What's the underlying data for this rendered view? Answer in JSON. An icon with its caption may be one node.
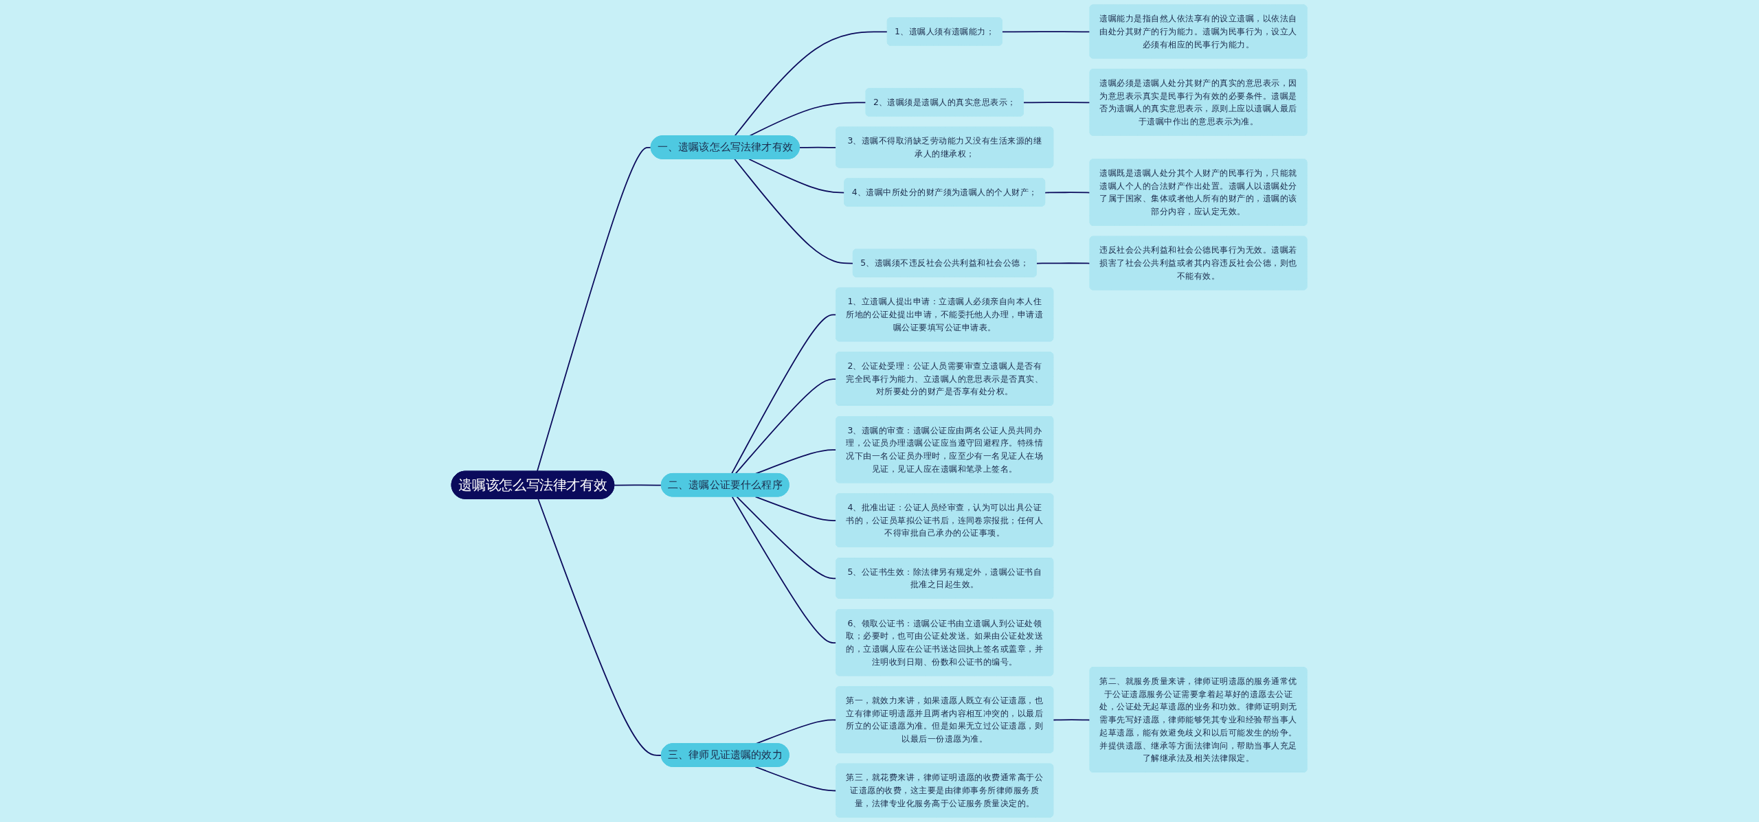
{
  "diagram": {
    "nodes": [
      {
        "text": [
          "遗嘱该怎么写法律才有效"
        ]
      },
      {
        "text": [
          "一、遗嘱该怎么写法律才有效"
        ]
      },
      {
        "text": [
          "1、遗嘱人须有遗嘱能力；"
        ]
      },
      {
        "text": [
          "遗嘱能力是指自然人依法享有的设立遗嘱，以依法自由处分其财产的行为能力。遗嘱为民事行为，设立人必须有相应的民事行为能力。"
        ]
      },
      {
        "text": [
          "2、遗嘱须是遗嘱人的真实意思表示；"
        ]
      },
      {
        "text": [
          "遗嘱必须是遗嘱人处分其财产的真实的意思表示，因为意思表示真实是民事行为有效的必要条件。遗嘱是否为遗嘱人的真实意思表示，原则上应以遗嘱人最后于遗嘱中作出的意思表示为准。"
        ]
      },
      {
        "text": [
          "3、遗嘱不得取消缺乏劳动能力又没有生活来源的继承人的继承权；"
        ]
      },
      {
        "text": [
          "4、遗嘱中所处分的财产须为遗嘱人的个人财产；"
        ]
      },
      {
        "text": [
          "遗嘱既是遗嘱人处分其个人财产的民事行为，只能就遗嘱人个人的合法财产作出处置。遗嘱人以遗嘱处分了属于国家、集体或者他人所有的财产的，遗嘱的该部分内容，应认定无效。"
        ]
      },
      {
        "text": [
          "5、遗嘱须不违反社会公共利益和社会公德；"
        ]
      },
      {
        "text": [
          "违反社会公共利益和社会公德民事行为无效。遗嘱若损害了社会公共利益或者其内容违反社会公德，则也不能有效。"
        ]
      },
      {
        "text": [
          "二、遗嘱公证要什么程序"
        ]
      },
      {
        "text": [
          "1、立遗嘱人提出申请：立遗嘱人必须亲自向本人住所地的公证处提出申请，不能委托他人办理，申请遗嘱公证要填写公证申请表。"
        ]
      },
      {
        "text": [
          "2、公证处受理：公证人员需要审查立遗嘱人是否有完全民事行为能力、立遗嘱人的意思表示是否真实、对所要处分的财产是否享有处分权。"
        ]
      },
      {
        "text": [
          "3、遗嘱的审查：遗嘱公证应由两名公证人员共同办理，公证员办理遗嘱公证应当遵守回避程序。特殊情况下由一名公证员办理时，应至少有一名见证人在场见证，见证人应在遗嘱和笔录上签名。"
        ]
      },
      {
        "text": [
          "4、批准出证：公证人员经审查，认为可以出具公证书的，公证员草拟公证书后，连同卷宗报批；任何人不得审批自己承办的公证事项。"
        ]
      },
      {
        "text": [
          "5、公证书生效：除法律另有规定外，遗嘱公证书自批准之日起生效。"
        ]
      },
      {
        "text": [
          "6、领取公证书：遗嘱公证书由立遗嘱人到公证处领取；必要时，也可由公证处发送。如果由公证处发送的，立遗嘱人应在公证书送达回执上签名或盖章，并注明收到日期、份数和公证书的编号。"
        ]
      },
      {
        "text": [
          "三、律师见证遗嘱的效力"
        ]
      },
      {
        "text": [
          "第一，就效力来讲，如果遗愿人既立有公证遗愿，也立有律师证明遗愿并且两者内容相互冲突的，以最后所立的公证遗愿为准。但是如果无立过公证遗愿，则以最后一份遗愿为准。"
        ]
      },
      {
        "text": [
          "第二、就服务质量来讲，律师证明遗愿的服务通常优于公证遗愿服务公证需要拿着起草好的遗愿去公证处，公证处无起草遗愿的业务和功效。律师证明则无需事先写好遗愿，律师能够凭其专业和经验帮当事人起草遗愿，能有效避免歧义和以后可能发生的纷争。并提供遗愿、继承等方面法律询问，帮助当事人充足了解继承法及相关法律限定。"
        ]
      },
      {
        "text": [
          "第三，就花费来讲，律师证明遗愿的收费通常高于公证遗愿的收费，这主要是由律师事务所律师服务质量，法律专业化服务高于公证服务质量决定的。"
        ]
      }
    ],
    "edges": [
      {
        "from": 0,
        "to": 1,
        "arrow": "none"
      },
      {
        "from": 1,
        "to": 2,
        "arrow": "none"
      },
      {
        "from": 2,
        "to": 3,
        "arrow": "none"
      },
      {
        "from": 1,
        "to": 4,
        "arrow": "none"
      },
      {
        "from": 4,
        "to": 5,
        "arrow": "none"
      },
      {
        "from": 1,
        "to": 6,
        "arrow": "none"
      },
      {
        "from": 1,
        "to": 7,
        "arrow": "none"
      },
      {
        "from": 7,
        "to": 8,
        "arrow": "none"
      },
      {
        "from": 1,
        "to": 9,
        "arrow": "none"
      },
      {
        "from": 9,
        "to": 10,
        "arrow": "none"
      },
      {
        "from": 0,
        "to": 11,
        "arrow": "none"
      },
      {
        "from": 11,
        "to": 12,
        "arrow": "none"
      },
      {
        "from": 11,
        "to": 13,
        "arrow": "none"
      },
      {
        "from": 11,
        "to": 14,
        "arrow": "none"
      },
      {
        "from": 11,
        "to": 15,
        "arrow": "none"
      },
      {
        "from": 11,
        "to": 16,
        "arrow": "none"
      },
      {
        "from": 11,
        "to": 17,
        "arrow": "none"
      },
      {
        "from": 0,
        "to": 18,
        "arrow": "none"
      },
      {
        "from": 18,
        "to": 19,
        "arrow": "none"
      },
      {
        "from": 19,
        "to": 20,
        "arrow": "none"
      },
      {
        "from": 18,
        "to": 21,
        "arrow": "none"
      }
    ]
  }
}
